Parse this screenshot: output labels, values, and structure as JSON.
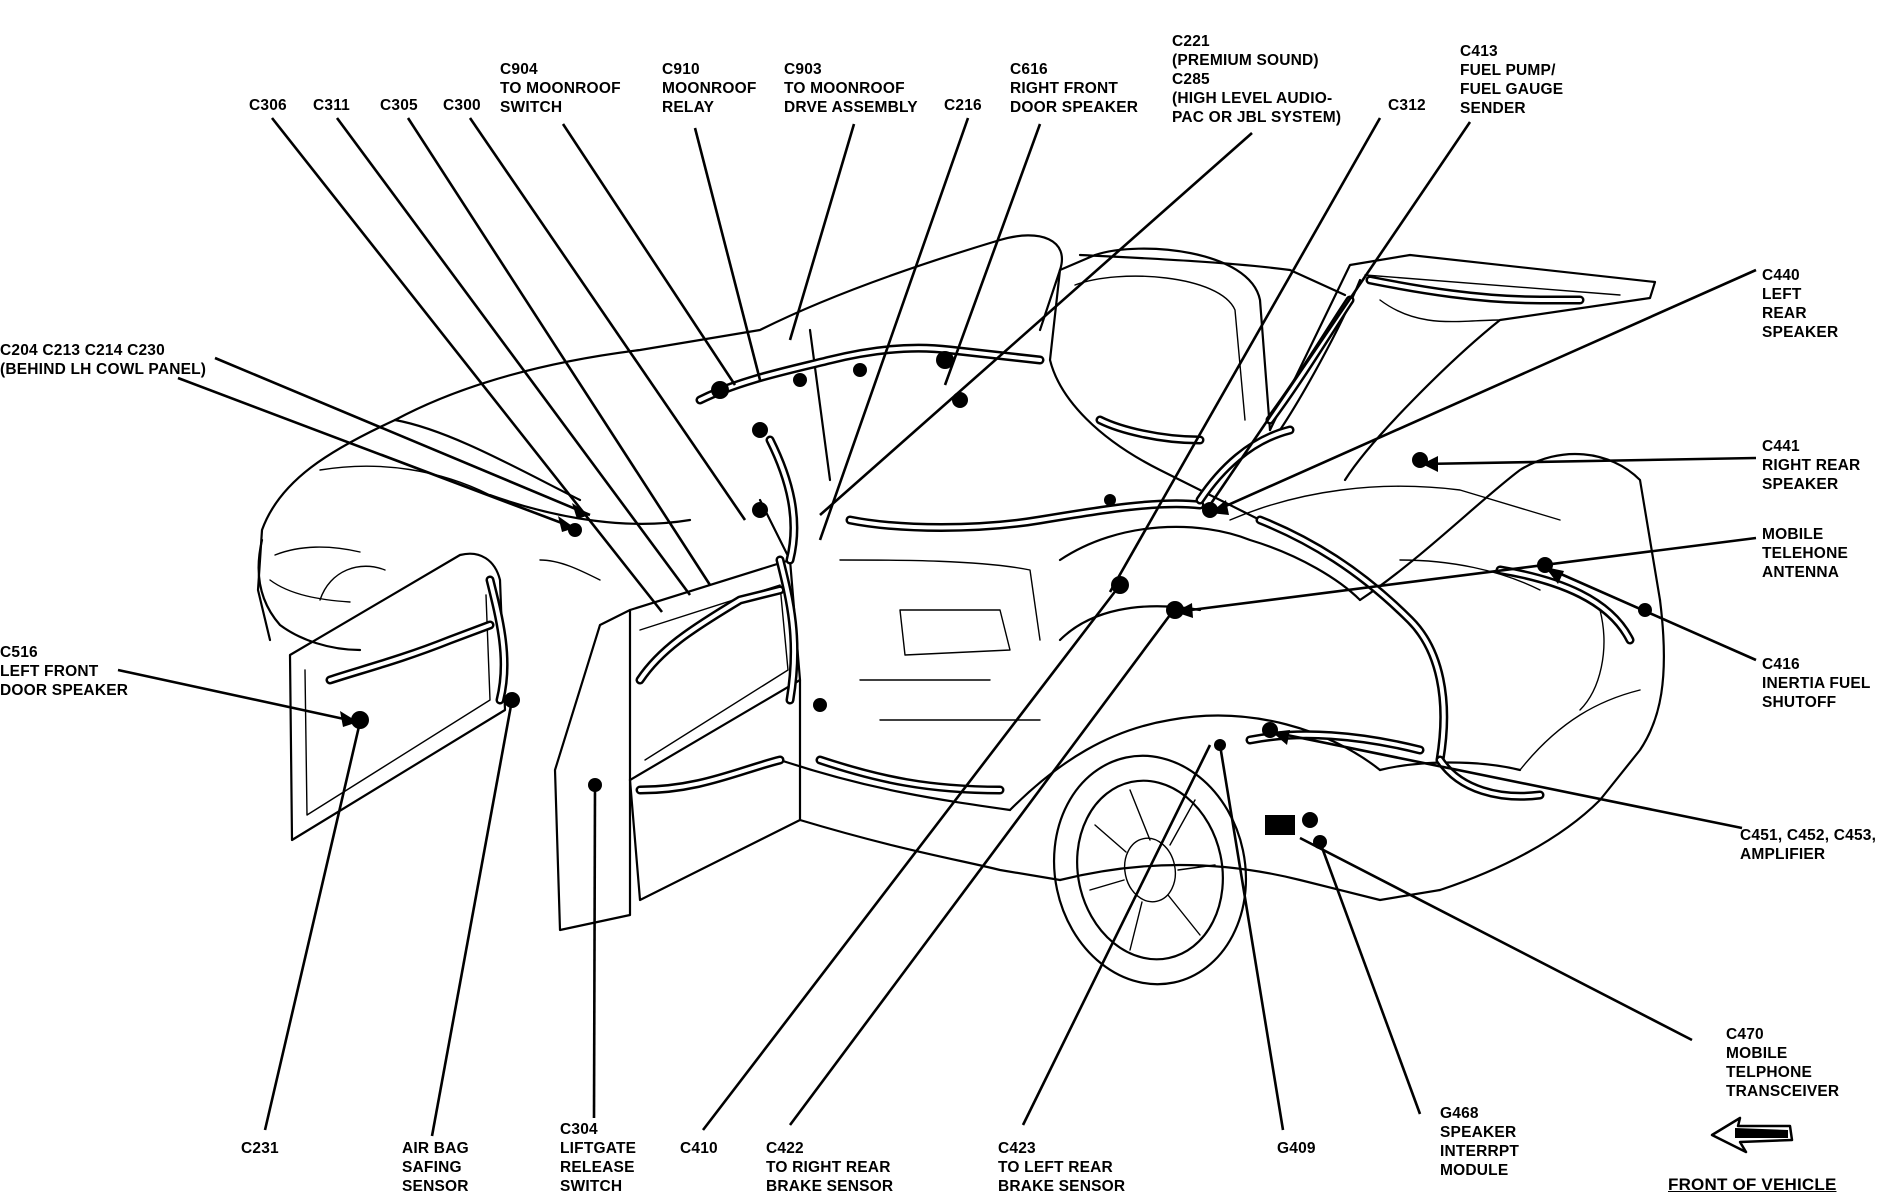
{
  "labels": {
    "c306": "C306",
    "c311": "C311",
    "c305": "C305",
    "c300": "C300",
    "c904": "C904\nTO MOONROOF\nSWITCH",
    "c910": "C910\nMOONROOF\nRELAY",
    "c903": "C903\nTO MOONROOF\nDRVE ASSEMBLY",
    "c216": "C216",
    "c616": "C616\nRIGHT FRONT\nDOOR SPEAKER",
    "c221": "C221\n(PREMIUM SOUND)\nC285\n(HIGH LEVEL AUDIO-\nPAC OR JBL SYSTEM)",
    "c312": "C312",
    "c413": "C413\nFUEL PUMP/\nFUEL GAUGE\nSENDER",
    "c204": "C204 C213 C214 C230\n(BEHIND LH COWL PANEL)",
    "c440": "C440\nLEFT\nREAR\nSPEAKER",
    "c441": "C441\nRIGHT REAR\nSPEAKER",
    "mobile_antenna": "MOBILE\nTELEHONE\nANTENNA",
    "c516": "C516\nLEFT FRONT\nDOOR SPEAKER",
    "c416": "C416\nINERTIA FUEL\nSHUTOFF",
    "c451": "C451, C452, C453,\nAMPLIFIER",
    "c470": "C470\nMOBILE\nTELPHONE\nTRANSCEIVER",
    "c231": "C231",
    "air_bag": "AIR BAG\nSAFING\nSENSOR",
    "c304": "C304\nLIFTGATE\nRELEASE\nSWITCH",
    "c410": "C410",
    "c422": "C422\nTO RIGHT REAR\nBRAKE SENSOR",
    "c423": "C423\nTO LEFT REAR\nBRAKE SENSOR",
    "g409": "G409",
    "g468": "G468\nSPEAKER\nINTERRPT\nMODULE",
    "front_of_vehicle": "FRONT OF VEHICLE"
  }
}
